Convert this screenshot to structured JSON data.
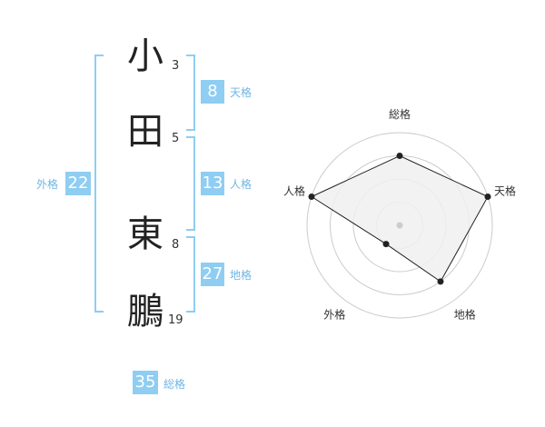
{
  "name": {
    "chars": [
      {
        "char": "小",
        "strokes": "3"
      },
      {
        "char": "田",
        "strokes": "5"
      },
      {
        "char": "東",
        "strokes": "8"
      },
      {
        "char": "鵬",
        "strokes": "19"
      }
    ]
  },
  "fortune": {
    "tenkaku": {
      "value": "8",
      "label": "天格"
    },
    "jinkaku": {
      "value": "13",
      "label": "人格"
    },
    "chikaku": {
      "value": "27",
      "label": "地格"
    },
    "gaikaku": {
      "value": "22",
      "label": "外格"
    },
    "soukaku": {
      "value": "35",
      "label": "総格"
    }
  },
  "colors": {
    "accent": "#8fcdf2",
    "accent_text": "#6fb6e3",
    "kanji": "#222222",
    "polygon_fill": "#f0f0f0",
    "polygon_stroke": "#222222",
    "grid": "#cccccc"
  },
  "chart_data": {
    "type": "radar",
    "axes": [
      "総格",
      "天格",
      "地格",
      "外格",
      "人格"
    ],
    "values": [
      3,
      4,
      3,
      1,
      4
    ],
    "max": 4,
    "rings": 4
  }
}
